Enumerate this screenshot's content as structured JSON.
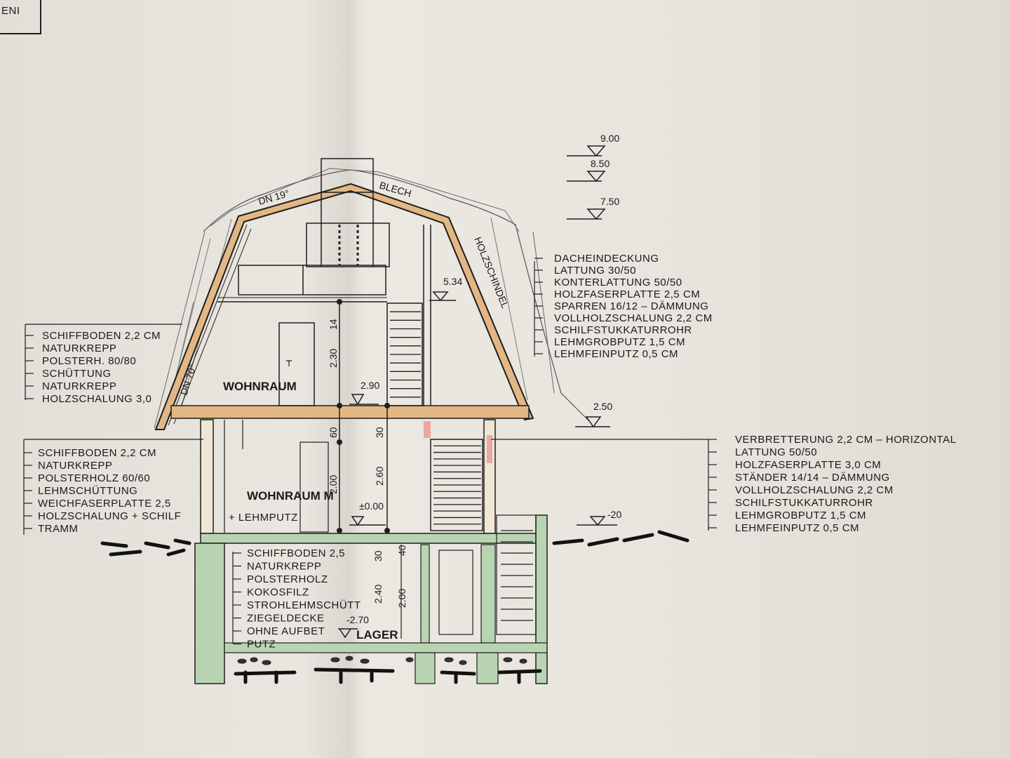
{
  "corner_label": "ENI",
  "levels": {
    "l900": "9.00",
    "l850": "8.50",
    "l750": "7.50",
    "l534": "5.34",
    "l290": "2.90",
    "l250": "2.50",
    "l000": "±0.00",
    "lm20": "-20",
    "lm270": "-2.70"
  },
  "roof_labels": {
    "dn19": "DN 19°",
    "blech": "BLECH",
    "dn70": "DN 70°",
    "holzschindel": "HOLZSCHINDEL"
  },
  "rooms": {
    "upper": "WOHNRAUM",
    "ground": "WOHNRAUM M",
    "lehmputz": "+ LEHMPUTZ",
    "lager": "LAGER"
  },
  "dims": {
    "d14": "14",
    "d230": "2.30",
    "d60": "60",
    "d30a": "30",
    "d200a": "2.00",
    "d260": "2.60",
    "d30b": "30",
    "d40": "40",
    "d240": "2.40",
    "d200b": "2.00"
  },
  "roof_layers": [
    "DACHEINDECKUNG",
    "LATTUNG 30/50",
    "KONTERLATTUNG 50/50",
    "HOLZFASERPLATTE 2,5 CM",
    "SPARREN 16/12 – DÄMMUNG",
    "VOLLHOLZSCHALUNG 2,2 CM",
    "SCHILFSTUKKATURROHR",
    "LEHMGROBPUTZ 1,5 CM",
    "LEHMFEINPUTZ 0,5 CM"
  ],
  "upper_floor_layers": [
    "SCHIFFBODEN 2,2 CM",
    "NATURKREPP",
    "POLSTERH. 80/80",
    "SCHÜTTUNG",
    "NATURKREPP",
    "HOLZSCHALUNG 3,0"
  ],
  "ground_floor_layers": [
    "SCHIFFBODEN 2,2 CM",
    "NATURKREPP",
    "POLSTERHOLZ 60/60",
    "LEHMSCHÜTTUNG",
    "WEICHFASERPLATTE 2,5",
    "HOLZSCHALUNG + SCHILF",
    "TRAMM"
  ],
  "wall_layers": [
    "VERBRETTERUNG 2,2 CM – HORIZONTAL",
    "LATTUNG 50/50",
    "HOLZFASERPLATTE 3,0 CM",
    "STÄNDER 14/14 – DÄMMUNG",
    "VOLLHOLZSCHALUNG 2,2 CM",
    "SCHILFSTUKKATURROHR",
    "LEHMGROBPUTZ 1,5 CM",
    "LEHMFEINPUTZ 0,5 CM"
  ],
  "basement_layers": [
    "SCHIFFBODEN 2,5",
    "NATURKREPP",
    "POLSTERHOLZ",
    "KOKOSFILZ",
    "STROHLEHMSCHÜTT",
    "ZIEGELDECKE",
    "OHNE AUFBET",
    "PUTZ"
  ],
  "colors": {
    "paper": "#e7e4dd",
    "timber": "#e3b784",
    "concrete": "#b9d4b3",
    "ink": "#1e1e1e"
  }
}
